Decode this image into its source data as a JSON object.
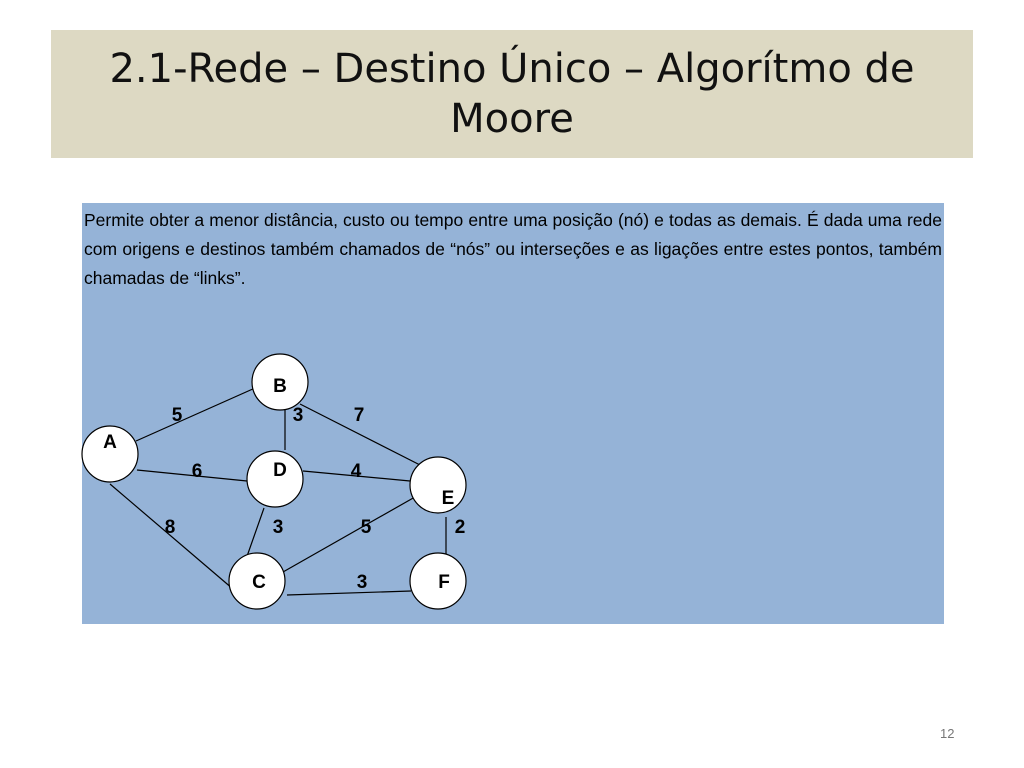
{
  "slide": {
    "title": "2.1-Rede – Destino Único – Algorítmo de Moore",
    "description": "Permite obter a menor distância, custo ou tempo entre uma posição (nó) e todas as demais. É dada uma rede com origens e destinos também chamados de “nós”  ou interseções e as ligações entre estes pontos, também chamadas de  “links”.",
    "page_number": "12"
  },
  "graph": {
    "nodes": [
      {
        "id": "A",
        "label": "A"
      },
      {
        "id": "B",
        "label": "B"
      },
      {
        "id": "C",
        "label": "C"
      },
      {
        "id": "D",
        "label": "D"
      },
      {
        "id": "E",
        "label": "E"
      },
      {
        "id": "F",
        "label": "F"
      }
    ],
    "edges": [
      {
        "from": "A",
        "to": "B",
        "weight": "5"
      },
      {
        "from": "B",
        "to": "D",
        "weight": "3"
      },
      {
        "from": "B",
        "to": "E",
        "weight": "7"
      },
      {
        "from": "A",
        "to": "D",
        "weight": "6"
      },
      {
        "from": "D",
        "to": "E",
        "weight": "4"
      },
      {
        "from": "A",
        "to": "C",
        "weight": "8"
      },
      {
        "from": "D",
        "to": "C",
        "weight": "3"
      },
      {
        "from": "C",
        "to": "E",
        "weight": "5"
      },
      {
        "from": "E",
        "to": "F",
        "weight": "2"
      },
      {
        "from": "C",
        "to": "F",
        "weight": "3"
      }
    ]
  }
}
